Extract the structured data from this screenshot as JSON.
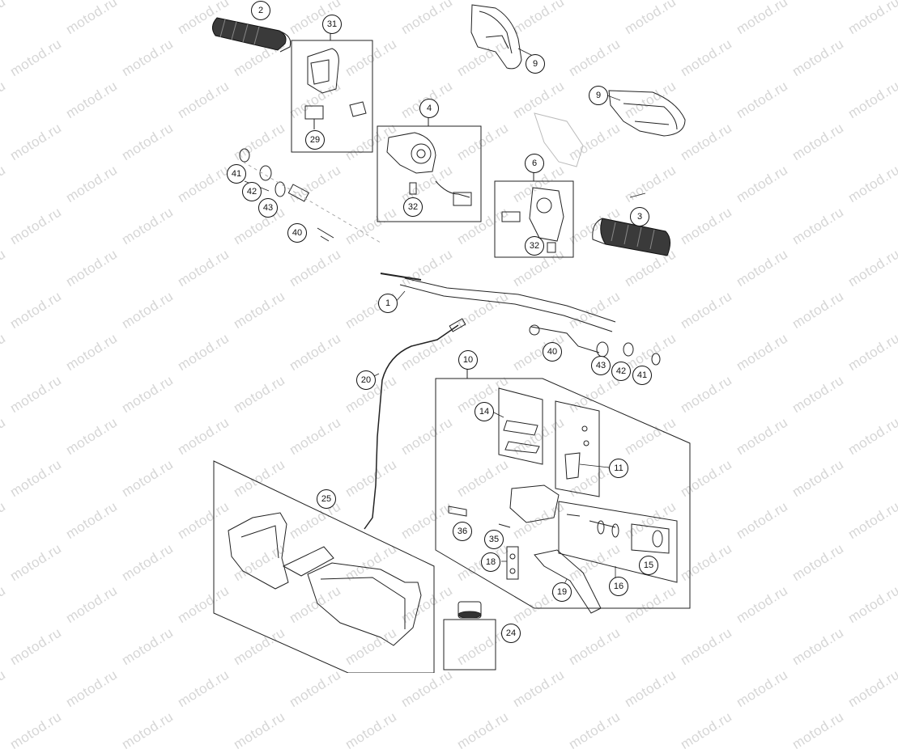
{
  "watermark": "motod.ru",
  "callouts": [
    {
      "id": "c2",
      "label": "2"
    },
    {
      "id": "c31",
      "label": "31"
    },
    {
      "id": "c29",
      "label": "29"
    },
    {
      "id": "c9a",
      "label": "9"
    },
    {
      "id": "c9b",
      "label": "9"
    },
    {
      "id": "c4",
      "label": "4"
    },
    {
      "id": "c32a",
      "label": "32"
    },
    {
      "id": "c6",
      "label": "6"
    },
    {
      "id": "c32b",
      "label": "32"
    },
    {
      "id": "c3",
      "label": "3"
    },
    {
      "id": "c41a",
      "label": "41"
    },
    {
      "id": "c42a",
      "label": "42"
    },
    {
      "id": "c43a",
      "label": "43"
    },
    {
      "id": "c40a",
      "label": "40"
    },
    {
      "id": "c1",
      "label": "1"
    },
    {
      "id": "c40b",
      "label": "40"
    },
    {
      "id": "c43b",
      "label": "43"
    },
    {
      "id": "c42b",
      "label": "42"
    },
    {
      "id": "c41b",
      "label": "41"
    },
    {
      "id": "c10",
      "label": "10"
    },
    {
      "id": "c20",
      "label": "20"
    },
    {
      "id": "c14",
      "label": "14"
    },
    {
      "id": "c11",
      "label": "11"
    },
    {
      "id": "c25",
      "label": "25"
    },
    {
      "id": "c36",
      "label": "36"
    },
    {
      "id": "c35",
      "label": "35"
    },
    {
      "id": "c18",
      "label": "18"
    },
    {
      "id": "c15",
      "label": "15"
    },
    {
      "id": "c16",
      "label": "16"
    },
    {
      "id": "c19",
      "label": "19"
    },
    {
      "id": "c24",
      "label": "24"
    }
  ]
}
